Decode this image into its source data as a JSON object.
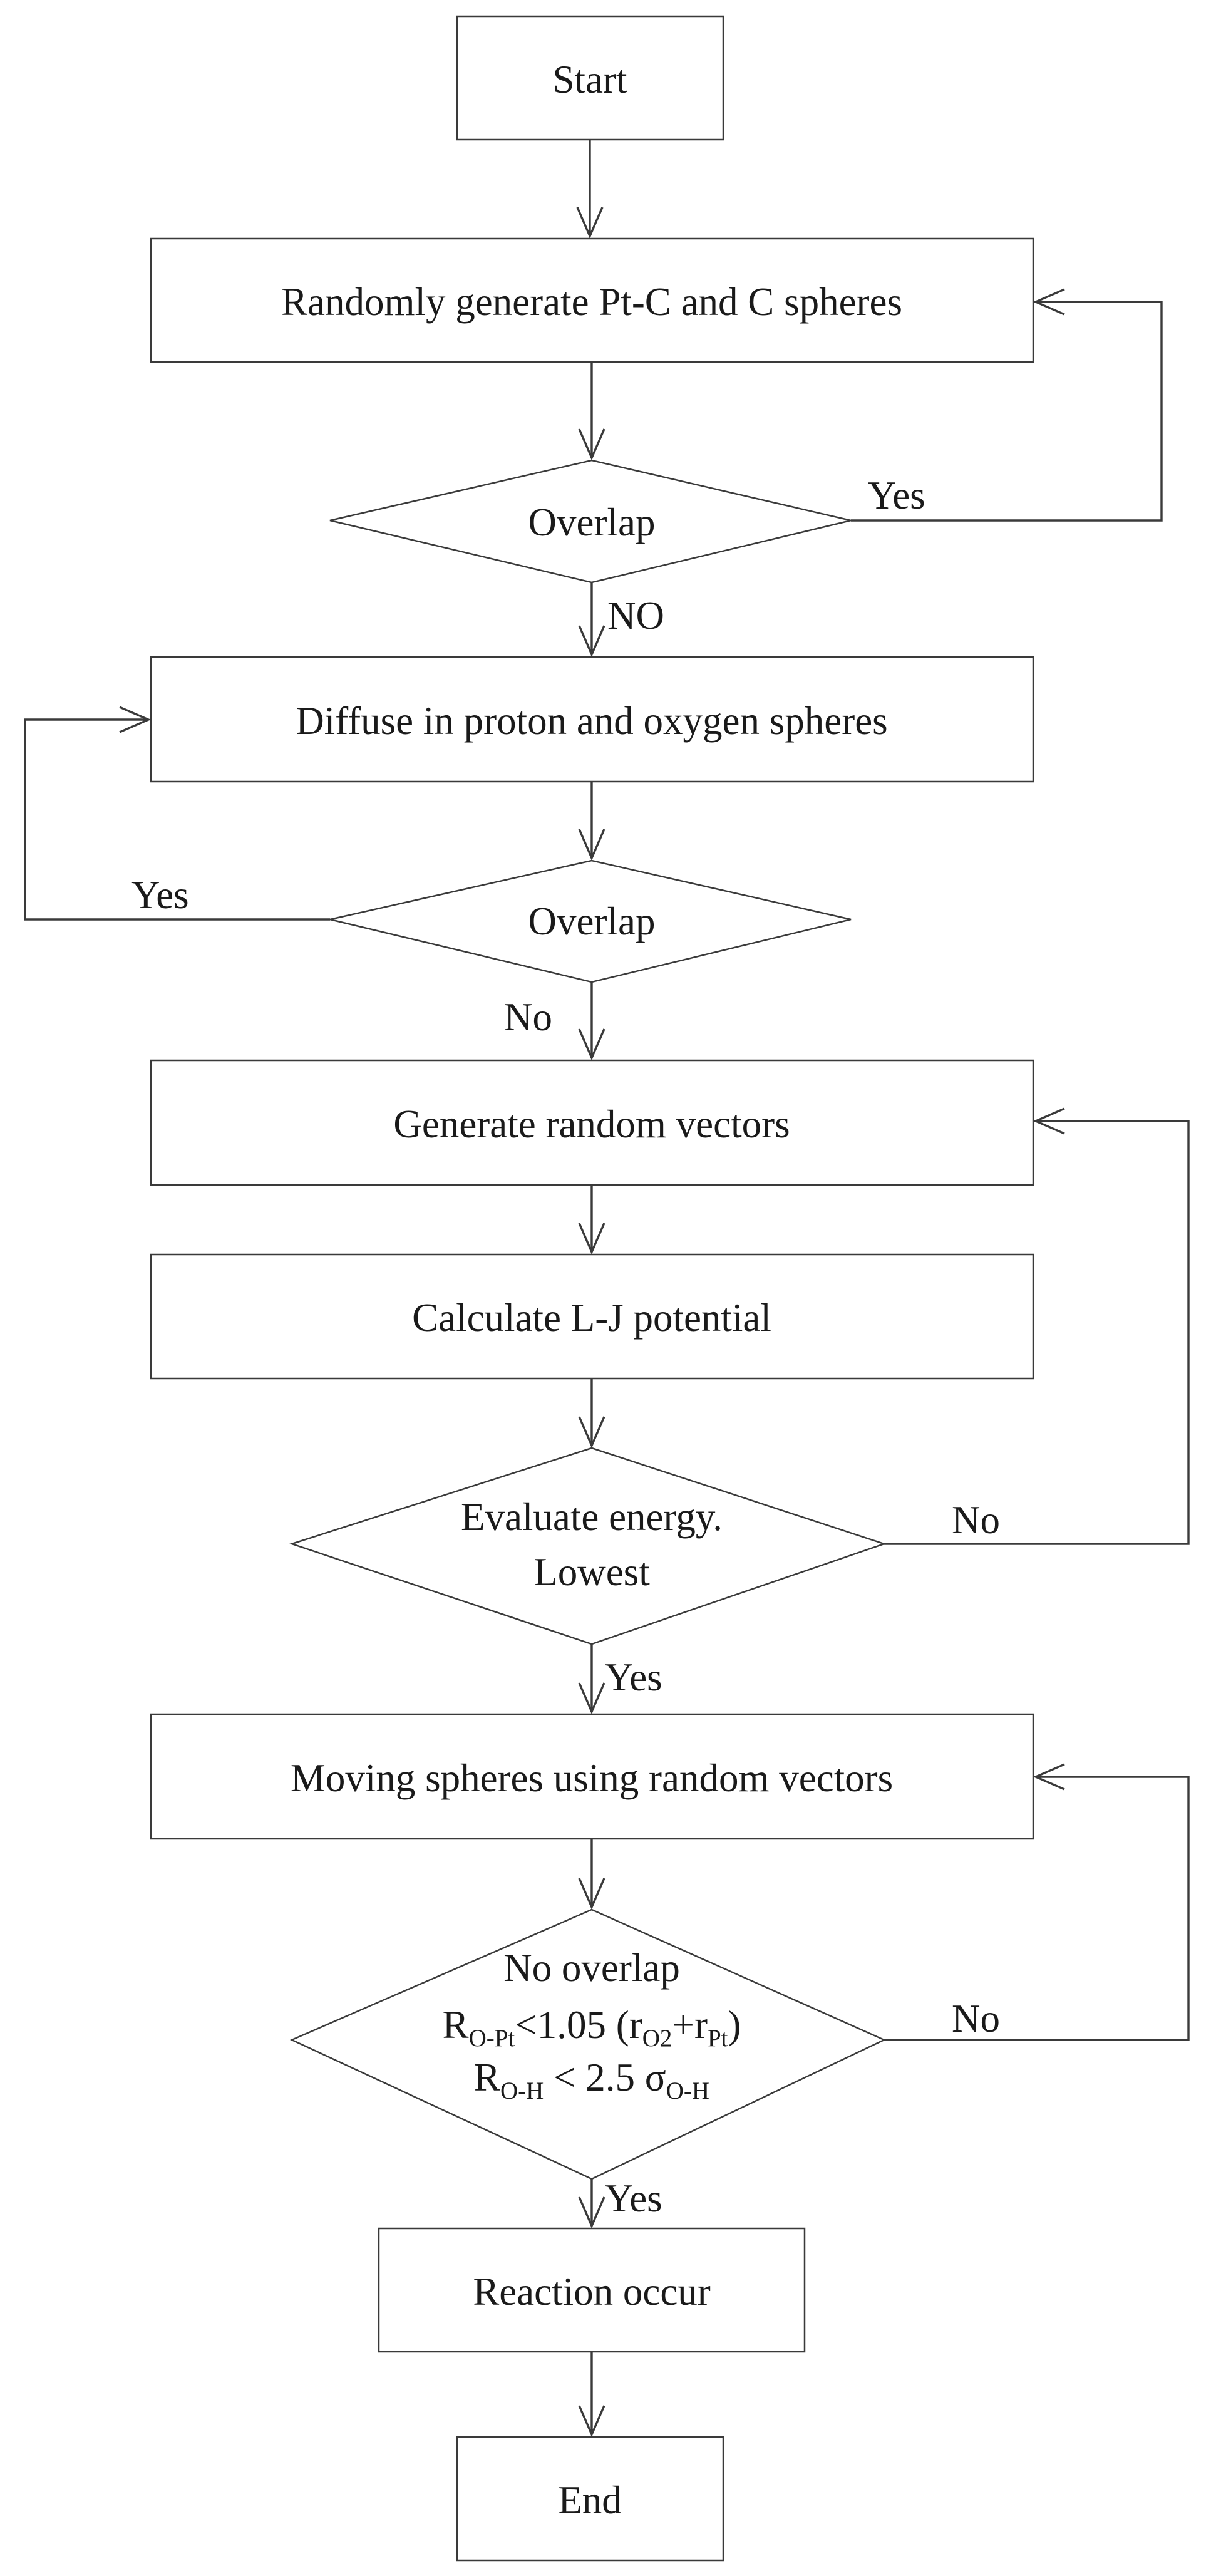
{
  "nodes": {
    "start": "Start",
    "generate_spheres": "Randomly generate Pt-C and C spheres",
    "overlap_1": "Overlap",
    "diffuse": "Diffuse in proton and oxygen spheres",
    "overlap_2": "Overlap",
    "random_vectors": "Generate random vectors",
    "lj_potential": "Calculate L-J potential",
    "evaluate_line1": "Evaluate energy.",
    "evaluate_line2": "Lowest",
    "moving_spheres": "Moving spheres using random vectors",
    "condition": {
      "line1": "No overlap",
      "line2_R": "R",
      "line2_R_sub": "O-Pt",
      "line2_mid": "<1.05 (r",
      "line2_r1_sub": "O2",
      "line2_plus": "+r",
      "line2_r2_sub": "Pt",
      "line2_end": ")",
      "line3_R": "R",
      "line3_R_sub": "O-H",
      "line3_mid": " < 2.5 σ",
      "line3_sigma_sub": "O-H"
    },
    "reaction": "Reaction occur",
    "end": "End"
  },
  "edges": {
    "overlap1_yes": "Yes",
    "overlap1_no": "NO",
    "overlap2_yes": "Yes",
    "overlap2_no": "No",
    "evaluate_no": "No",
    "evaluate_yes": "Yes",
    "condition_no": "No",
    "condition_yes": "Yes"
  }
}
